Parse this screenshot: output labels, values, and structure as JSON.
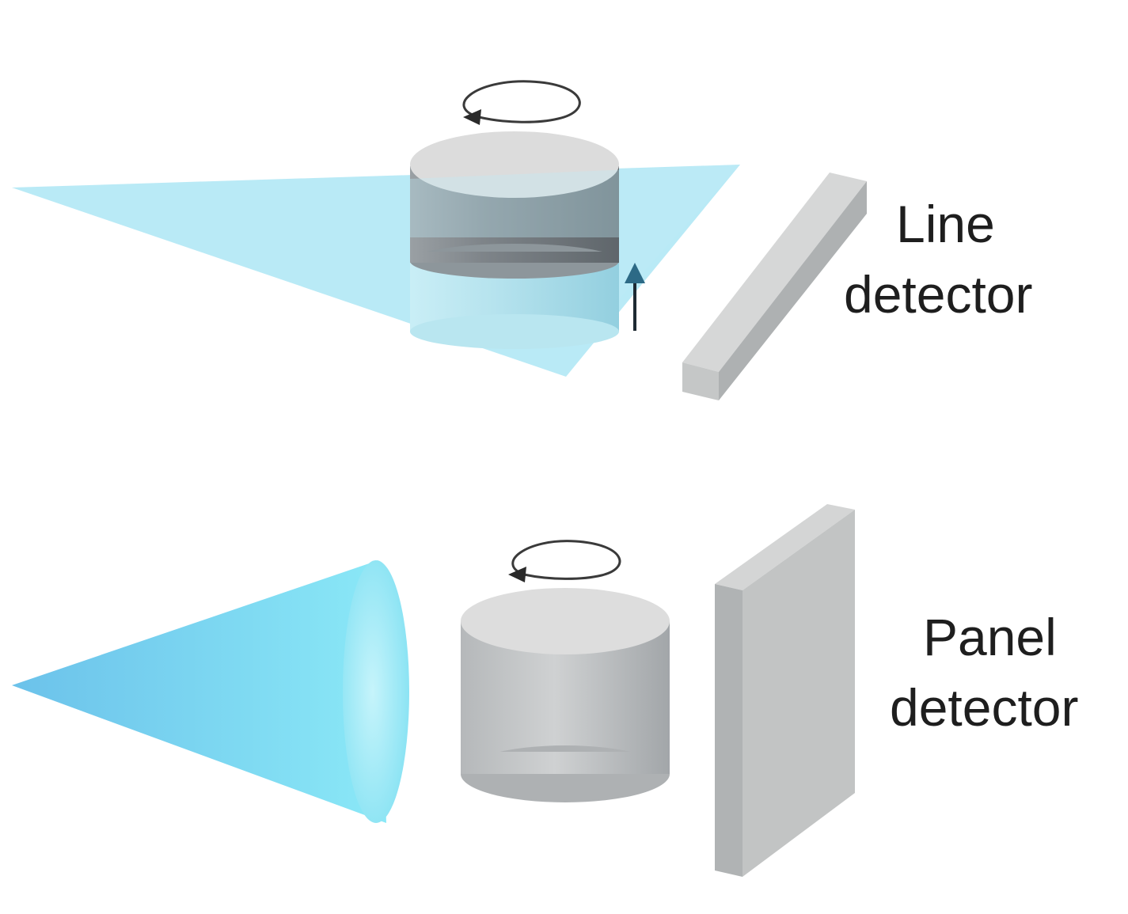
{
  "labels": {
    "line_detector": [
      "Line",
      "detector"
    ],
    "panel_detector": [
      "Panel",
      "detector"
    ]
  },
  "colors": {
    "beam": "#7fd8ee",
    "beam_cone": "#5cc8ef",
    "sample_light": "#d8d9da",
    "sample_dark": "#8a8f93",
    "detector": "#c7c8c8",
    "text": "#1e1e1e"
  },
  "icons": [
    "rotation-arrow-icon",
    "vertical-translation-arrow-icon"
  ]
}
